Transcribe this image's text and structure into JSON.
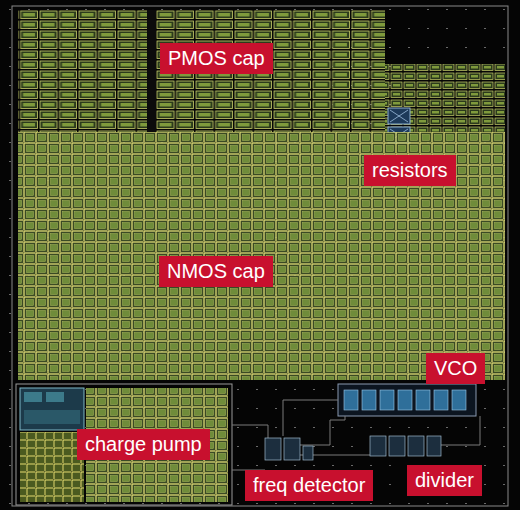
{
  "diagram": {
    "nodes": [
      {
        "text": [
          "PMOS cap"
        ]
      },
      {
        "text": [
          "resistors"
        ]
      },
      {
        "text": [
          "NMOS cap"
        ]
      },
      {
        "text": [
          "VCO"
        ]
      },
      {
        "text": [
          "charge pump"
        ]
      },
      {
        "text": [
          "freq detector"
        ]
      },
      {
        "text": [
          "divider"
        ]
      }
    ]
  }
}
